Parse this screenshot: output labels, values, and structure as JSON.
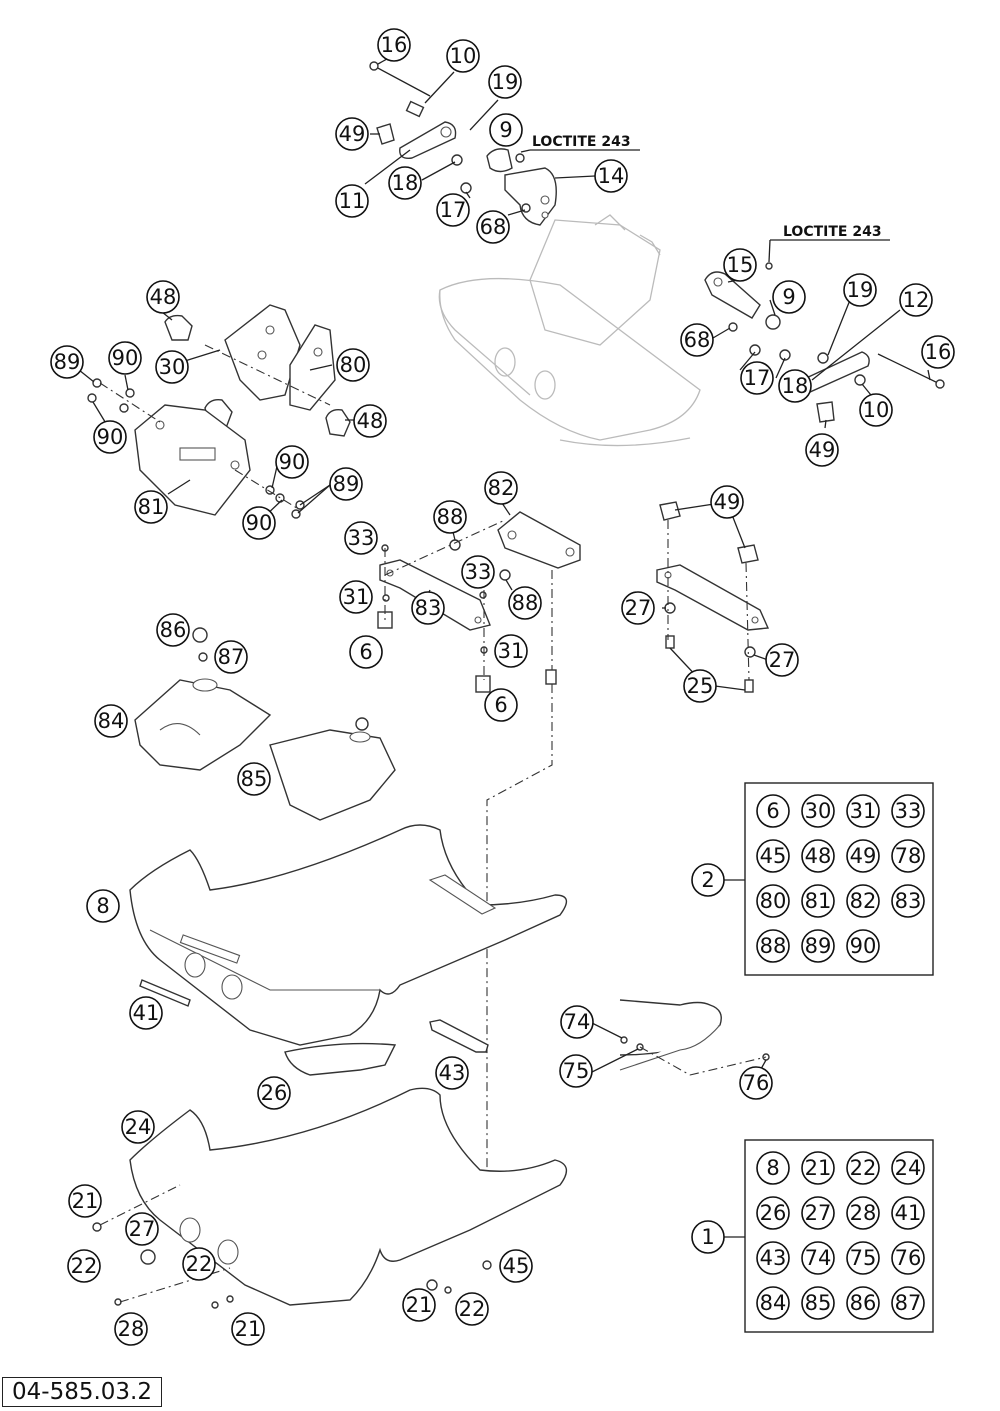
{
  "document_id": "04-585.03.2",
  "notes": {
    "loctite_1": "LOCTITE 243",
    "loctite_2": "LOCTITE 243"
  },
  "callouts": {
    "c16a": "16",
    "c10a": "10",
    "c19a": "19",
    "c9a": "9",
    "c49a": "49",
    "c11": "11",
    "c18a": "18",
    "c17a": "17",
    "c68a": "68",
    "c14": "14",
    "c15": "15",
    "c9b": "9",
    "c19b": "19",
    "c12": "12",
    "c68b": "68",
    "c17b": "17",
    "c18b": "18",
    "c16b": "16",
    "c10b": "10",
    "c49b": "49",
    "c48a": "48",
    "c89a": "89",
    "c90a": "90",
    "c30": "30",
    "c80": "80",
    "c90b": "90",
    "c48b": "48",
    "c90c": "90",
    "c89b": "89",
    "c81": "81",
    "c90d": "90",
    "c82": "82",
    "c88a": "88",
    "c33a": "33",
    "c33b": "33",
    "c88b": "88",
    "c31a": "31",
    "c83": "83",
    "c6a": "6",
    "c31b": "31",
    "c6b": "6",
    "c49c": "49",
    "c27a": "27",
    "c27b": "27",
    "c25": "25",
    "c86": "86",
    "c87": "87",
    "c84": "84",
    "c85": "85",
    "c8": "8",
    "c41": "41",
    "c26": "26",
    "c43": "43",
    "c24": "24",
    "c21a": "21",
    "c22a": "22",
    "c27c": "27",
    "c28": "28",
    "c22b": "22",
    "c21b": "21",
    "c21c": "21",
    "c22c": "22",
    "c45": "45",
    "c74": "74",
    "c75": "75",
    "c76": "76",
    "kit2": "2",
    "kit1": "1"
  },
  "kit_2_parts": [
    "6",
    "30",
    "31",
    "33",
    "45",
    "48",
    "49",
    "78",
    "80",
    "81",
    "82",
    "83",
    "88",
    "89",
    "90"
  ],
  "kit_1_parts": [
    "8",
    "21",
    "22",
    "24",
    "26",
    "27",
    "28",
    "41",
    "43",
    "74",
    "75",
    "76",
    "84",
    "85",
    "86",
    "87"
  ]
}
